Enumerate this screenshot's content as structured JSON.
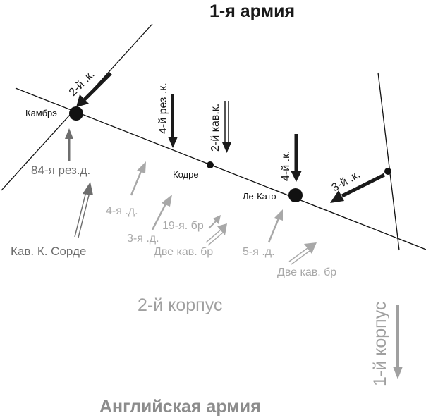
{
  "title": "1-я армия",
  "bottom_title": "Английская армия",
  "towns": [
    {
      "name": "Камбрэ"
    },
    {
      "name": "Кодре"
    },
    {
      "name": "Ле-Като"
    }
  ],
  "german_units": [
    {
      "label": "2-й .к.",
      "type": "corps"
    },
    {
      "label": "4-й рез .к.",
      "type": "reserve-corps"
    },
    {
      "label": "2-й кав.к.",
      "type": "cavalry-corps"
    },
    {
      "label": "4-й .к.",
      "type": "corps"
    },
    {
      "label": "3-й .к.",
      "type": "corps"
    }
  ],
  "british_units": [
    {
      "label": "84-я рез.д."
    },
    {
      "label": "Кав. К. Сорде"
    },
    {
      "label": "4-я .д."
    },
    {
      "label": "3-я .д."
    },
    {
      "label": "19-я. бр"
    },
    {
      "label": "Две кав. бр"
    },
    {
      "label": "5-я .д."
    },
    {
      "label": "Две кав. бр"
    }
  ],
  "corps_labels": {
    "second": "2-й корпус",
    "first": "1-й корпус"
  },
  "colors": {
    "german": "#1a1a1a",
    "british_dark": "#6e6e6e",
    "british_light": "#a8a8a8",
    "line": "#111111"
  }
}
